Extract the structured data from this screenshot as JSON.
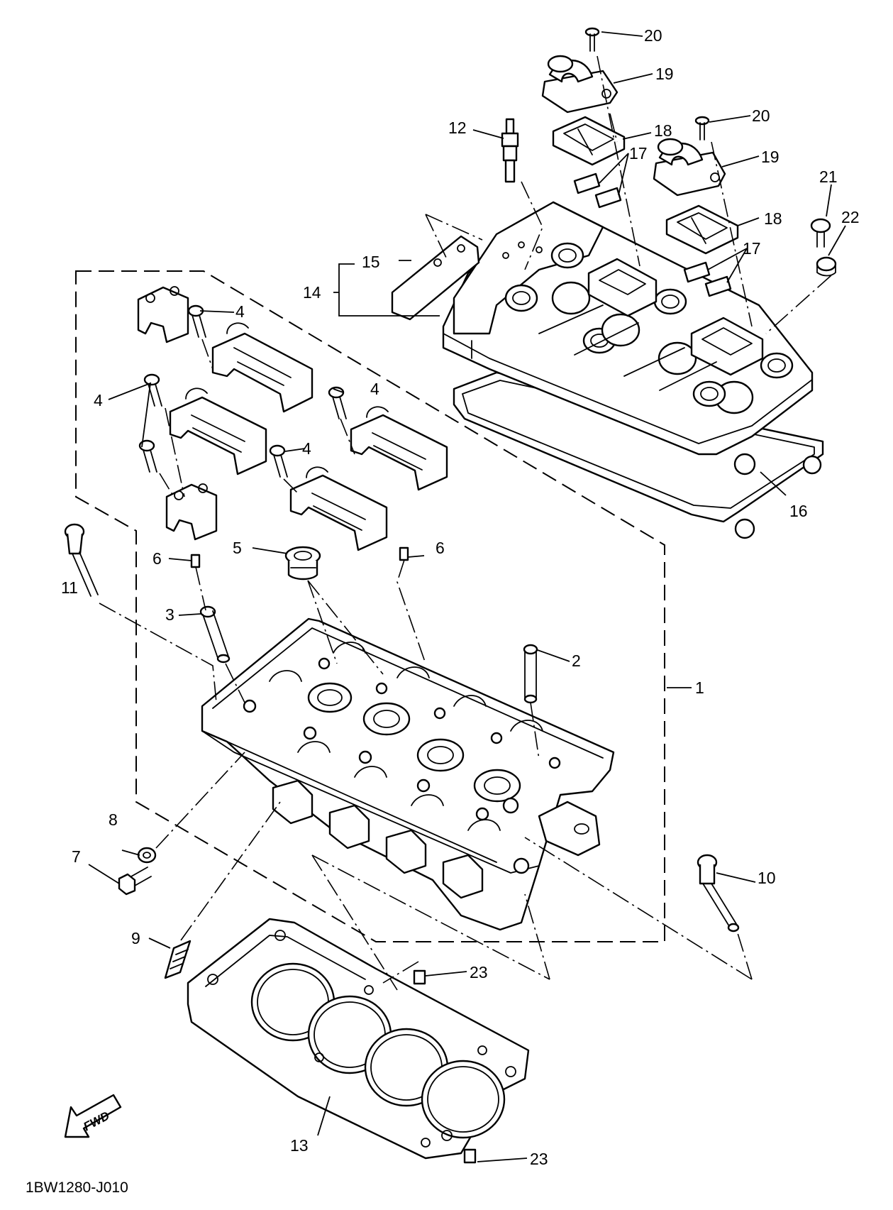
{
  "diagram": {
    "code": "1BW1280-J010",
    "fwd_label": "FWD",
    "callouts": {
      "c1": "1",
      "c2": "2",
      "c3": "3",
      "c4a": "4",
      "c4b": "4",
      "c4c": "4",
      "c4d": "4",
      "c5": "5",
      "c6a": "6",
      "c6b": "6",
      "c7": "7",
      "c8": "8",
      "c9": "9",
      "c10": "10",
      "c11": "11",
      "c12": "12",
      "c13": "13",
      "c14": "14",
      "c15": "15",
      "c16": "16",
      "c17a": "17",
      "c17b": "17",
      "c18a": "18",
      "c18b": "18",
      "c19a": "19",
      "c19b": "19",
      "c20a": "20",
      "c20b": "20",
      "c21": "21",
      "c22": "22",
      "c23a": "23",
      "c23b": "23"
    }
  }
}
